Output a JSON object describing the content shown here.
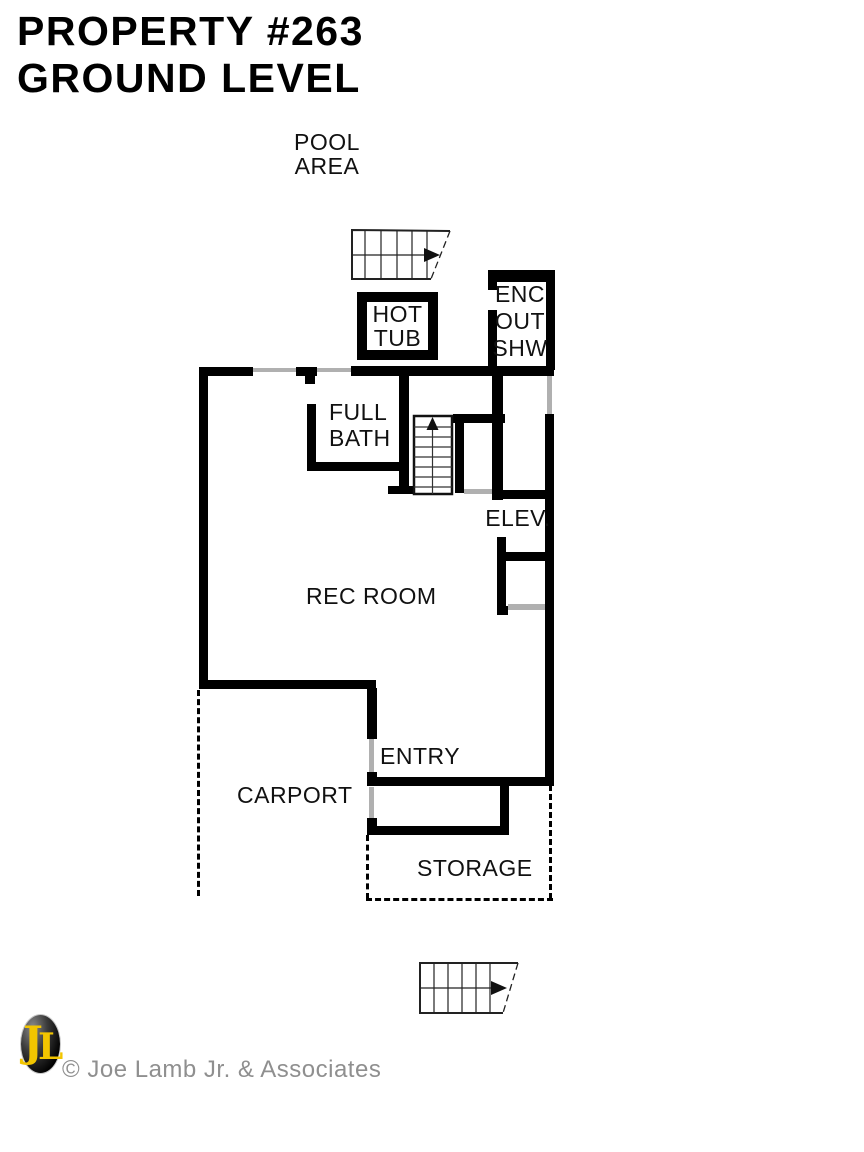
{
  "header": {
    "title_line1": "PROPERTY #263",
    "title_line2": "GROUND LEVEL"
  },
  "labels": {
    "pool_area_line1": "POOL",
    "pool_area_line2": "AREA",
    "hot_tub_line1": "HOT",
    "hot_tub_line2": "TUB",
    "enc_line1": "ENC",
    "enc_line2": "OUT",
    "enc_line3": "SHW",
    "full_bath_line1": "FULL",
    "full_bath_line2": "BATH",
    "elevator": "ELEV.",
    "rec_room": "REC ROOM",
    "entry": "ENTRY",
    "carport": "CARPORT",
    "storage": "STORAGE"
  },
  "footer": {
    "logo_letter_j": "J",
    "logo_letter_l": "L",
    "copyright": "© Joe Lamb Jr. & Associates"
  },
  "colors": {
    "wall_black": "#000000",
    "window_gray": "#b0b0b0",
    "logo_yellow": "#f2c500",
    "copyright_gray": "#8f8f8f"
  }
}
